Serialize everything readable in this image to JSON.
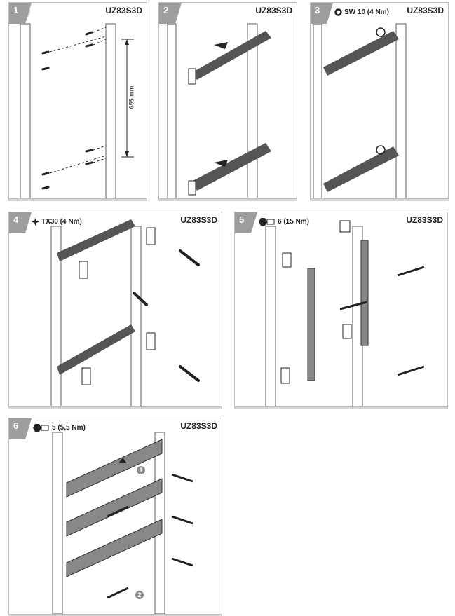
{
  "colors": {
    "border": "#bdbdbd",
    "tab": "#9e9e9e",
    "rail": "#555555",
    "bar": "#888888"
  },
  "panels": [
    {
      "step": "1",
      "code": "UZ83S3D",
      "dimension": "655 mm",
      "spec": ""
    },
    {
      "step": "2",
      "code": "UZ83S3D",
      "spec": ""
    },
    {
      "step": "3",
      "code": "UZ83S3D",
      "spec": "SW 10 (4 Nm)",
      "spec_icon": "ring-icon"
    },
    {
      "step": "4",
      "code": "UZ83S3D",
      "spec": "TX30 (4 Nm)",
      "spec_icon": "torx-icon"
    },
    {
      "step": "5",
      "code": "UZ83S3D",
      "spec": "6 (15 Nm)",
      "spec_icon": "hex-key-icon"
    },
    {
      "step": "6",
      "code": "UZ83S3D",
      "spec": "5 (5,5 Nm)",
      "spec_icon": "hex-key-icon",
      "markers": [
        "1",
        "2"
      ]
    }
  ]
}
